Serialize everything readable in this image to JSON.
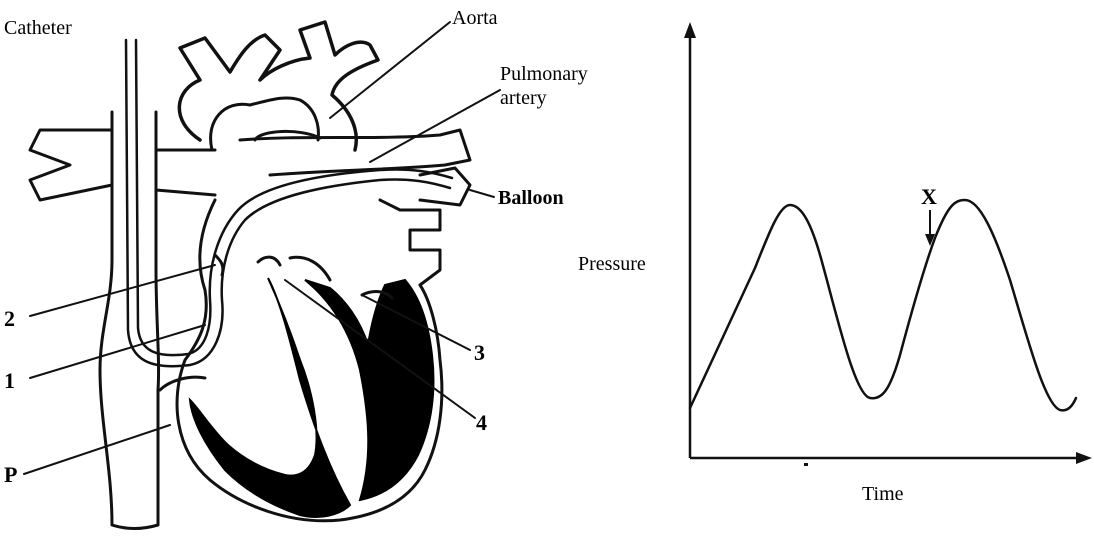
{
  "heart_diagram": {
    "labels": {
      "catheter": "Catheter",
      "aorta": "Aorta",
      "pulmonary_artery_line1": "Pulmonary",
      "pulmonary_artery_line2": "artery",
      "balloon": "Balloon",
      "n2": "2",
      "n1": "1",
      "n3": "3",
      "n4": "4",
      "p": "P"
    }
  },
  "pressure_graph": {
    "ylabel": "Pressure",
    "xlabel": "Time",
    "marker": "X"
  },
  "colors": {
    "ink": "#111111",
    "muscle": "#000000",
    "background": "#ffffff"
  }
}
